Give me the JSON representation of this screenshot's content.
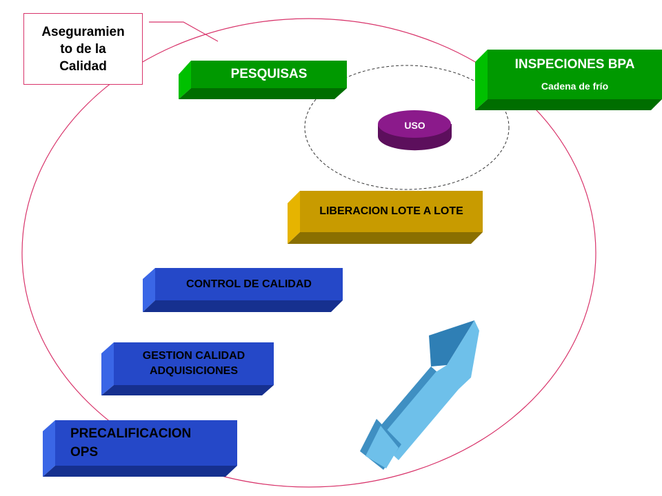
{
  "callout": {
    "lines": [
      "Aseguramien",
      "to de la",
      "Calidad"
    ]
  },
  "boxes": {
    "pesquisas": "PESQUISAS",
    "inspeciones_title": "INSPECIONES BPA",
    "inspeciones_subtitle": "Cadena de frío",
    "uso": "USO",
    "liberacion": "LIBERACION LOTE A LOTE",
    "control": "CONTROL DE CALIDAD",
    "gestion_lines": [
      "GESTION CALIDAD",
      "ADQUISICIONES"
    ],
    "precalificacion_lines": [
      "PRECALIFICACION",
      "OPS"
    ]
  },
  "colors": {
    "green": "#009900",
    "green_dark": "#007a00",
    "gold": "#c89b00",
    "gold_dark": "#8a6f00",
    "blue": "#2548c8",
    "blue_dark": "#16308f",
    "purple": "#8b1a8b",
    "ellipse_stroke": "#d8336a",
    "arrow": "#5fb0df"
  }
}
